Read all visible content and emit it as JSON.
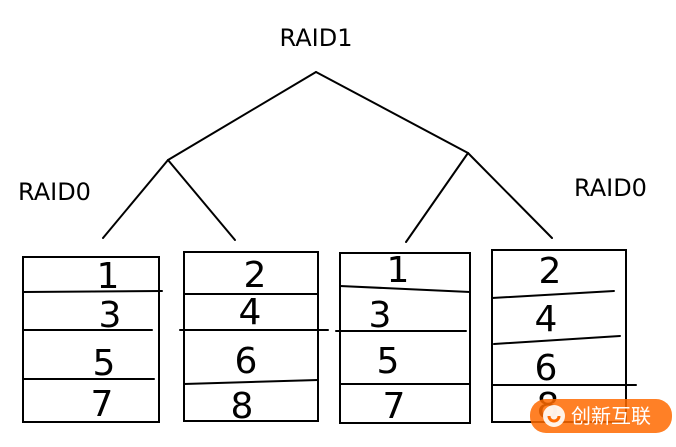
{
  "labels": {
    "top": "RAID1",
    "left": "RAID0",
    "right": "RAID0"
  },
  "disks": [
    {
      "blocks": [
        "1",
        "3",
        "5",
        "7"
      ]
    },
    {
      "blocks": [
        "2",
        "4",
        "6",
        "8"
      ]
    },
    {
      "blocks": [
        "1",
        "3",
        "5",
        "7"
      ]
    },
    {
      "blocks": [
        "2",
        "4",
        "6",
        "8"
      ]
    }
  ],
  "watermark": {
    "text": "创新互联",
    "color": "#ff6a00"
  }
}
